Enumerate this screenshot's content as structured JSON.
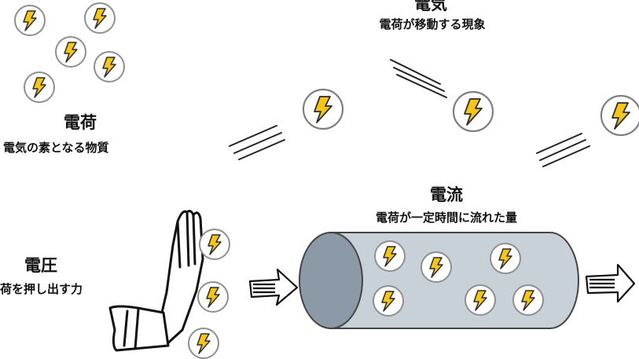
{
  "charge": {
    "title": "電荷",
    "desc": "電気の素となる物質"
  },
  "electricity": {
    "title": "電気",
    "desc": "電荷が移動する現象"
  },
  "current": {
    "title": "電流",
    "desc": "電荷が一定時間に流れた量"
  },
  "voltage": {
    "title": "電圧",
    "desc": "荷を押し出す力"
  },
  "colors": {
    "bolt": "#f5c518",
    "bolt_outline": "#2b2b2b",
    "coin_ring": "#9a9a9a",
    "pipe_body": "#c9d1d8",
    "pipe_end": "#8b9aa6",
    "ink": "#111111"
  },
  "icons": [
    "lightning-bolt-icon",
    "hand-icon",
    "arrow-right-icon",
    "motion-lines-icon"
  ]
}
